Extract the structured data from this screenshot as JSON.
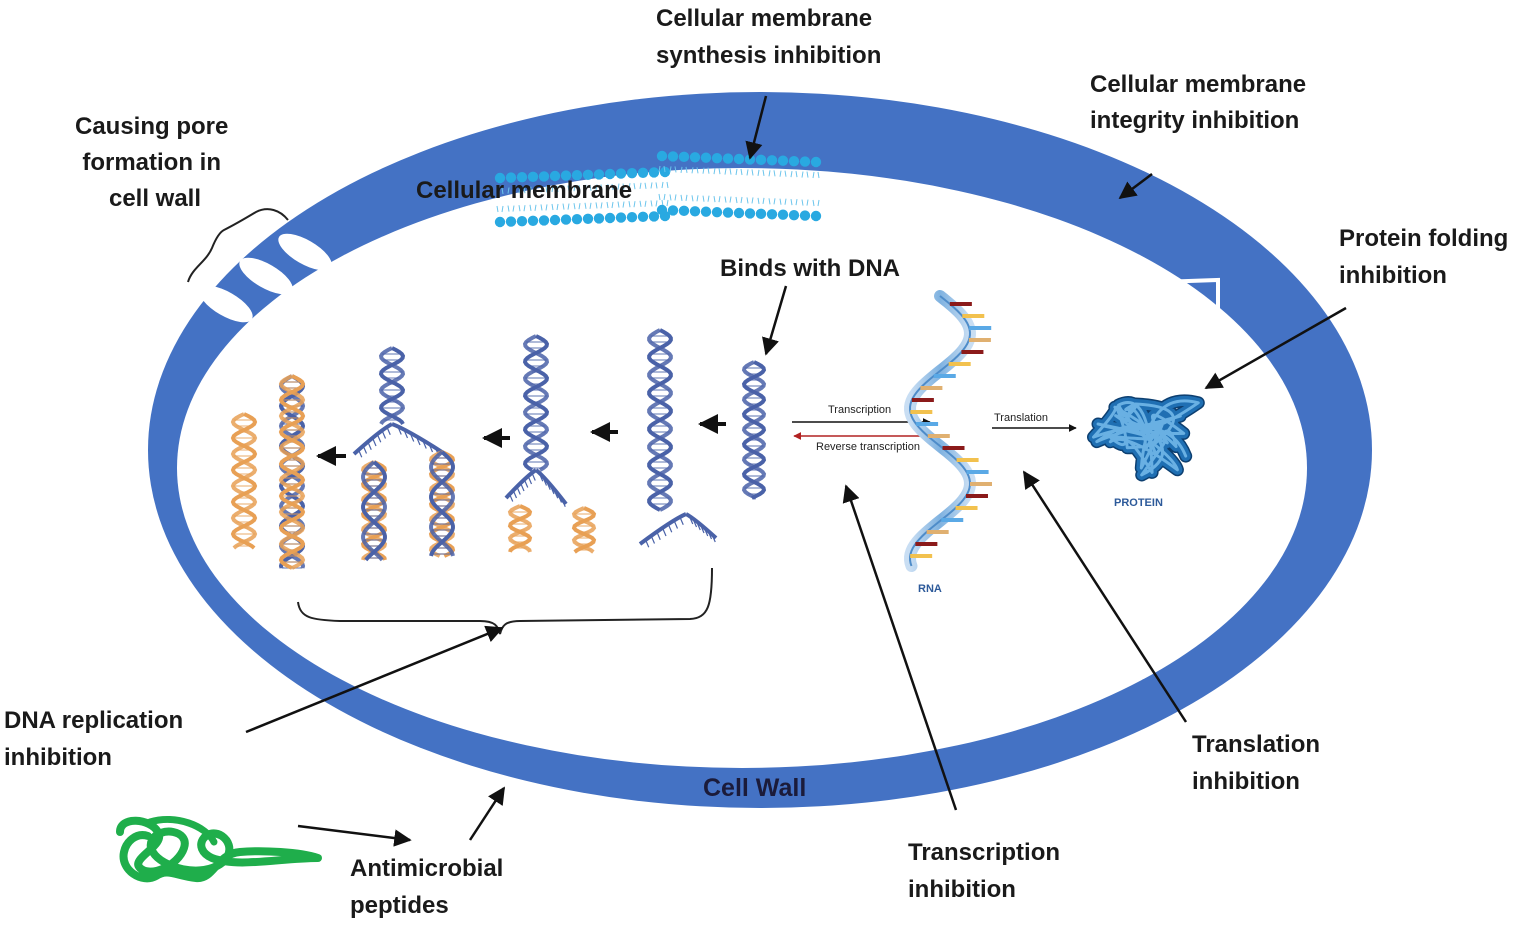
{
  "labels": {
    "membrane_synthesis": [
      "Cellular membrane",
      "synthesis inhibition"
    ],
    "membrane_integrity": [
      "Cellular membrane",
      "integrity inhibition"
    ],
    "pore_formation": [
      "Causing pore",
      "formation in",
      "cell wall"
    ],
    "cellular_membrane": "Cellular membrane",
    "binds_dna": "Binds with DNA",
    "protein_folding": [
      "Protein folding",
      "inhibition"
    ],
    "dna_replication": [
      "DNA replication",
      "inhibition"
    ],
    "cell_wall": "Cell Wall",
    "translation_inhibition": [
      "Translation",
      "inhibition"
    ],
    "transcription_inhibition": [
      "Transcription",
      "inhibition"
    ],
    "antimicrobial_peptides": [
      "Antimicrobial",
      "peptides"
    ]
  },
  "process": {
    "transcription": "Transcription",
    "reverse_transcription": "Reverse transcription",
    "translation": "Translation",
    "rna": "RNA",
    "protein": "PROTEIN"
  },
  "colors": {
    "cell_wall": "#4472c4",
    "dna_strand": "#4a62a8",
    "dna_new_strand": "#e8a055",
    "membrane_head": "#29a9e1",
    "peptide": "#1fae4b",
    "protein": "#1f6fb3",
    "arrow": "#111111",
    "reverse_arrow": "#b22222"
  }
}
